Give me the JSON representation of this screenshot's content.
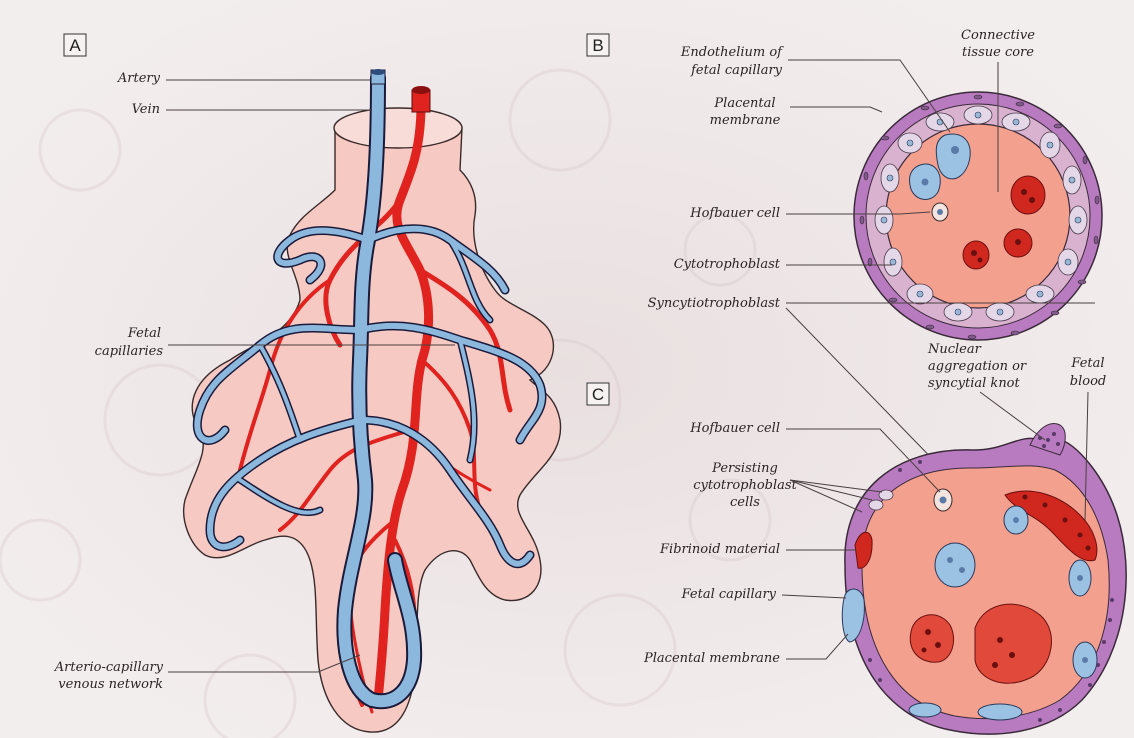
{
  "panels": {
    "a": "A",
    "b": "B",
    "c": "C"
  },
  "colors": {
    "background": "#f1ecec",
    "villus_tissue": "#f6c9c3",
    "vein_blue": "#8db8dd",
    "artery_red": "#e0231f",
    "connective_core": "#f3a08f",
    "syncytium_purple": "#b97bc0",
    "cell_pink": "#d9b2cf"
  },
  "labels": {
    "a": {
      "artery": "Artery",
      "vein": "Vein",
      "fetal_capillaries": [
        "Fetal",
        "capillaries"
      ],
      "arterio_capillary_network": [
        "Arterio-capillary",
        "venous network"
      ]
    },
    "b": {
      "endothelium": [
        "Endothelium of",
        "fetal capillary"
      ],
      "connective_core": [
        "Connective",
        "tissue core"
      ],
      "placental_membrane": [
        "Placental",
        "membrane"
      ],
      "hofbauer_cell": "Hofbauer cell",
      "cytotrophoblast": "Cytotrophoblast",
      "syncytiotrophoblast": "Syncytiotrophoblast"
    },
    "c": {
      "nuclear_aggregation": [
        "Nuclear",
        "aggregation or",
        "syncytial knot"
      ],
      "fetal_blood": [
        "Fetal",
        "blood"
      ],
      "hofbauer_cell": "Hofbauer cell",
      "persisting_cytotrophoblast": [
        "Persisting",
        "cytotrophoblast",
        "cells"
      ],
      "fibrinoid_material": "Fibrinoid material",
      "fetal_capillary": "Fetal capillary",
      "placental_membrane": "Placental membrane"
    }
  }
}
